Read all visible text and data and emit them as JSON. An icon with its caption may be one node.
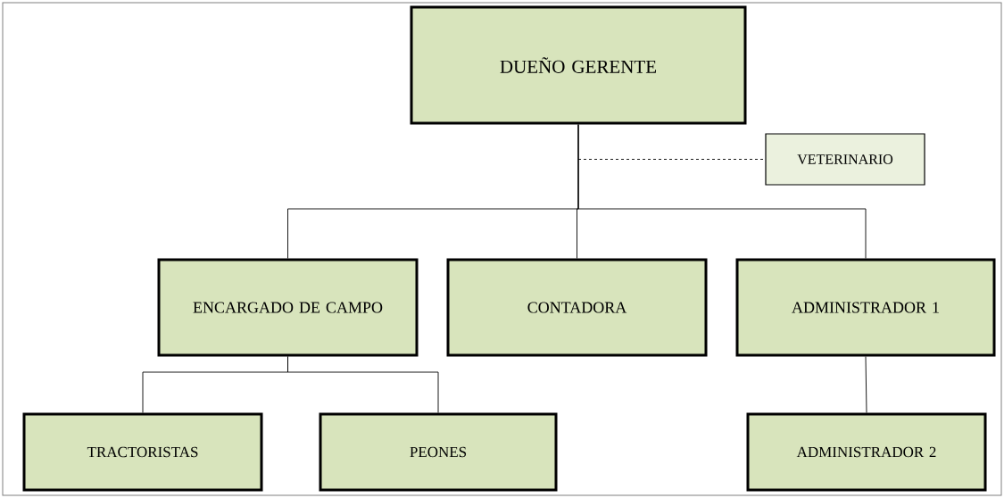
{
  "diagram": {
    "nodes": [
      {
        "text": [
          "DUEÑO GERENTE"
        ]
      },
      {
        "text": [
          "VETERINARIO"
        ]
      },
      {
        "text": [
          "ENCARGADO DE CAMPO"
        ]
      },
      {
        "text": [
          "CONTADORA"
        ]
      },
      {
        "text": [
          "ADMINISTRADOR 1"
        ]
      },
      {
        "text": [
          "TRACTORISTAS"
        ]
      },
      {
        "text": [
          "PEONES"
        ]
      },
      {
        "text": [
          "ADMINISTRADOR 2"
        ]
      }
    ],
    "edges": [
      {
        "from": 0,
        "to": 1,
        "arrow": "none",
        "style": "dashed"
      },
      {
        "from": 0,
        "to": 2,
        "arrow": "none"
      },
      {
        "from": 0,
        "to": 3,
        "arrow": "none"
      },
      {
        "from": 0,
        "to": 4,
        "arrow": "none"
      },
      {
        "from": 2,
        "to": 5,
        "arrow": "none"
      },
      {
        "from": 2,
        "to": 6,
        "arrow": "none"
      },
      {
        "from": 4,
        "to": 7,
        "arrow": "none"
      }
    ]
  }
}
